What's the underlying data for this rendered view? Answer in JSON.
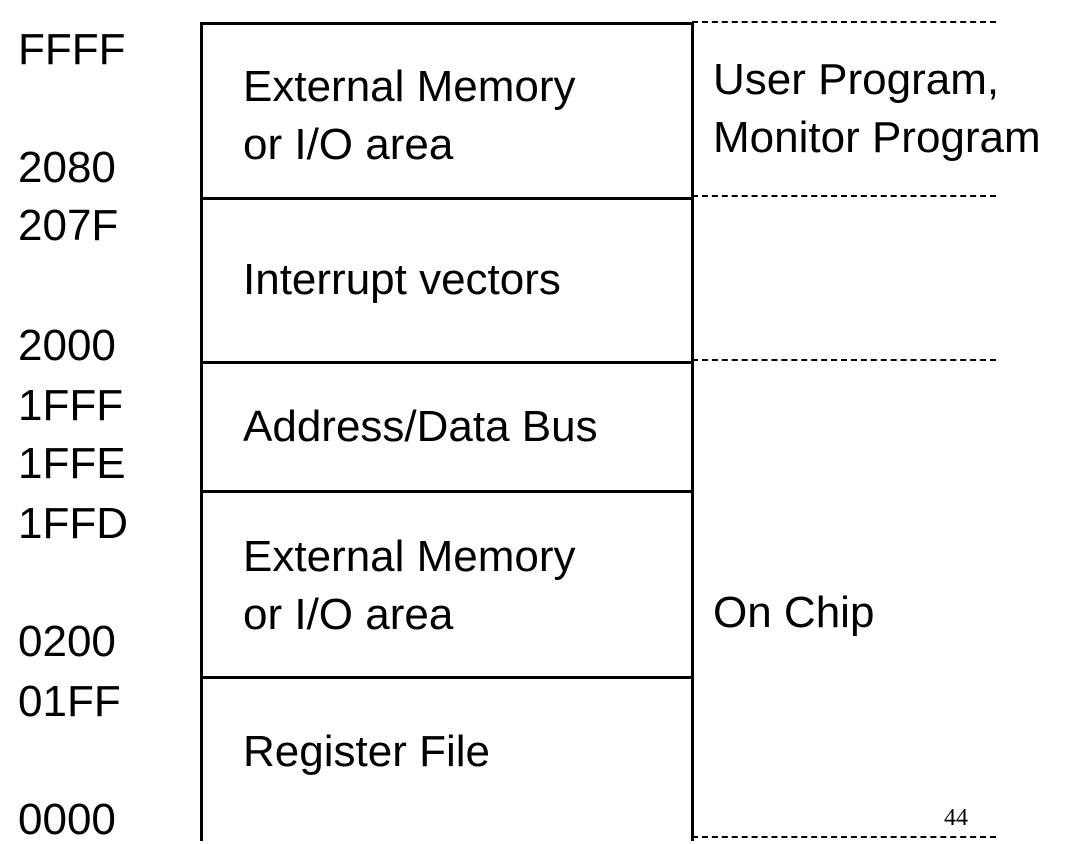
{
  "addresses": {
    "ffff": "FFFF",
    "a2080": "2080",
    "a207f": "207F",
    "a2000": "2000",
    "a1fff": "1FFF",
    "a1ffe": "1FFE",
    "a1ffd": "1FFD",
    "a0200": "0200",
    "a01ff": "01FF",
    "a0000": "0000"
  },
  "regions": {
    "external_high": [
      "External Memory",
      "or I/O area"
    ],
    "interrupt": [
      "Interrupt vectors"
    ],
    "bus": [
      "Address/Data Bus"
    ],
    "external_low": [
      "External Memory",
      "or I/O area"
    ],
    "register": [
      "Register File"
    ]
  },
  "side_labels": {
    "user": [
      "User  Program,",
      "Monitor Program"
    ],
    "on_chip": [
      "On Chip"
    ]
  },
  "page_number": "44"
}
